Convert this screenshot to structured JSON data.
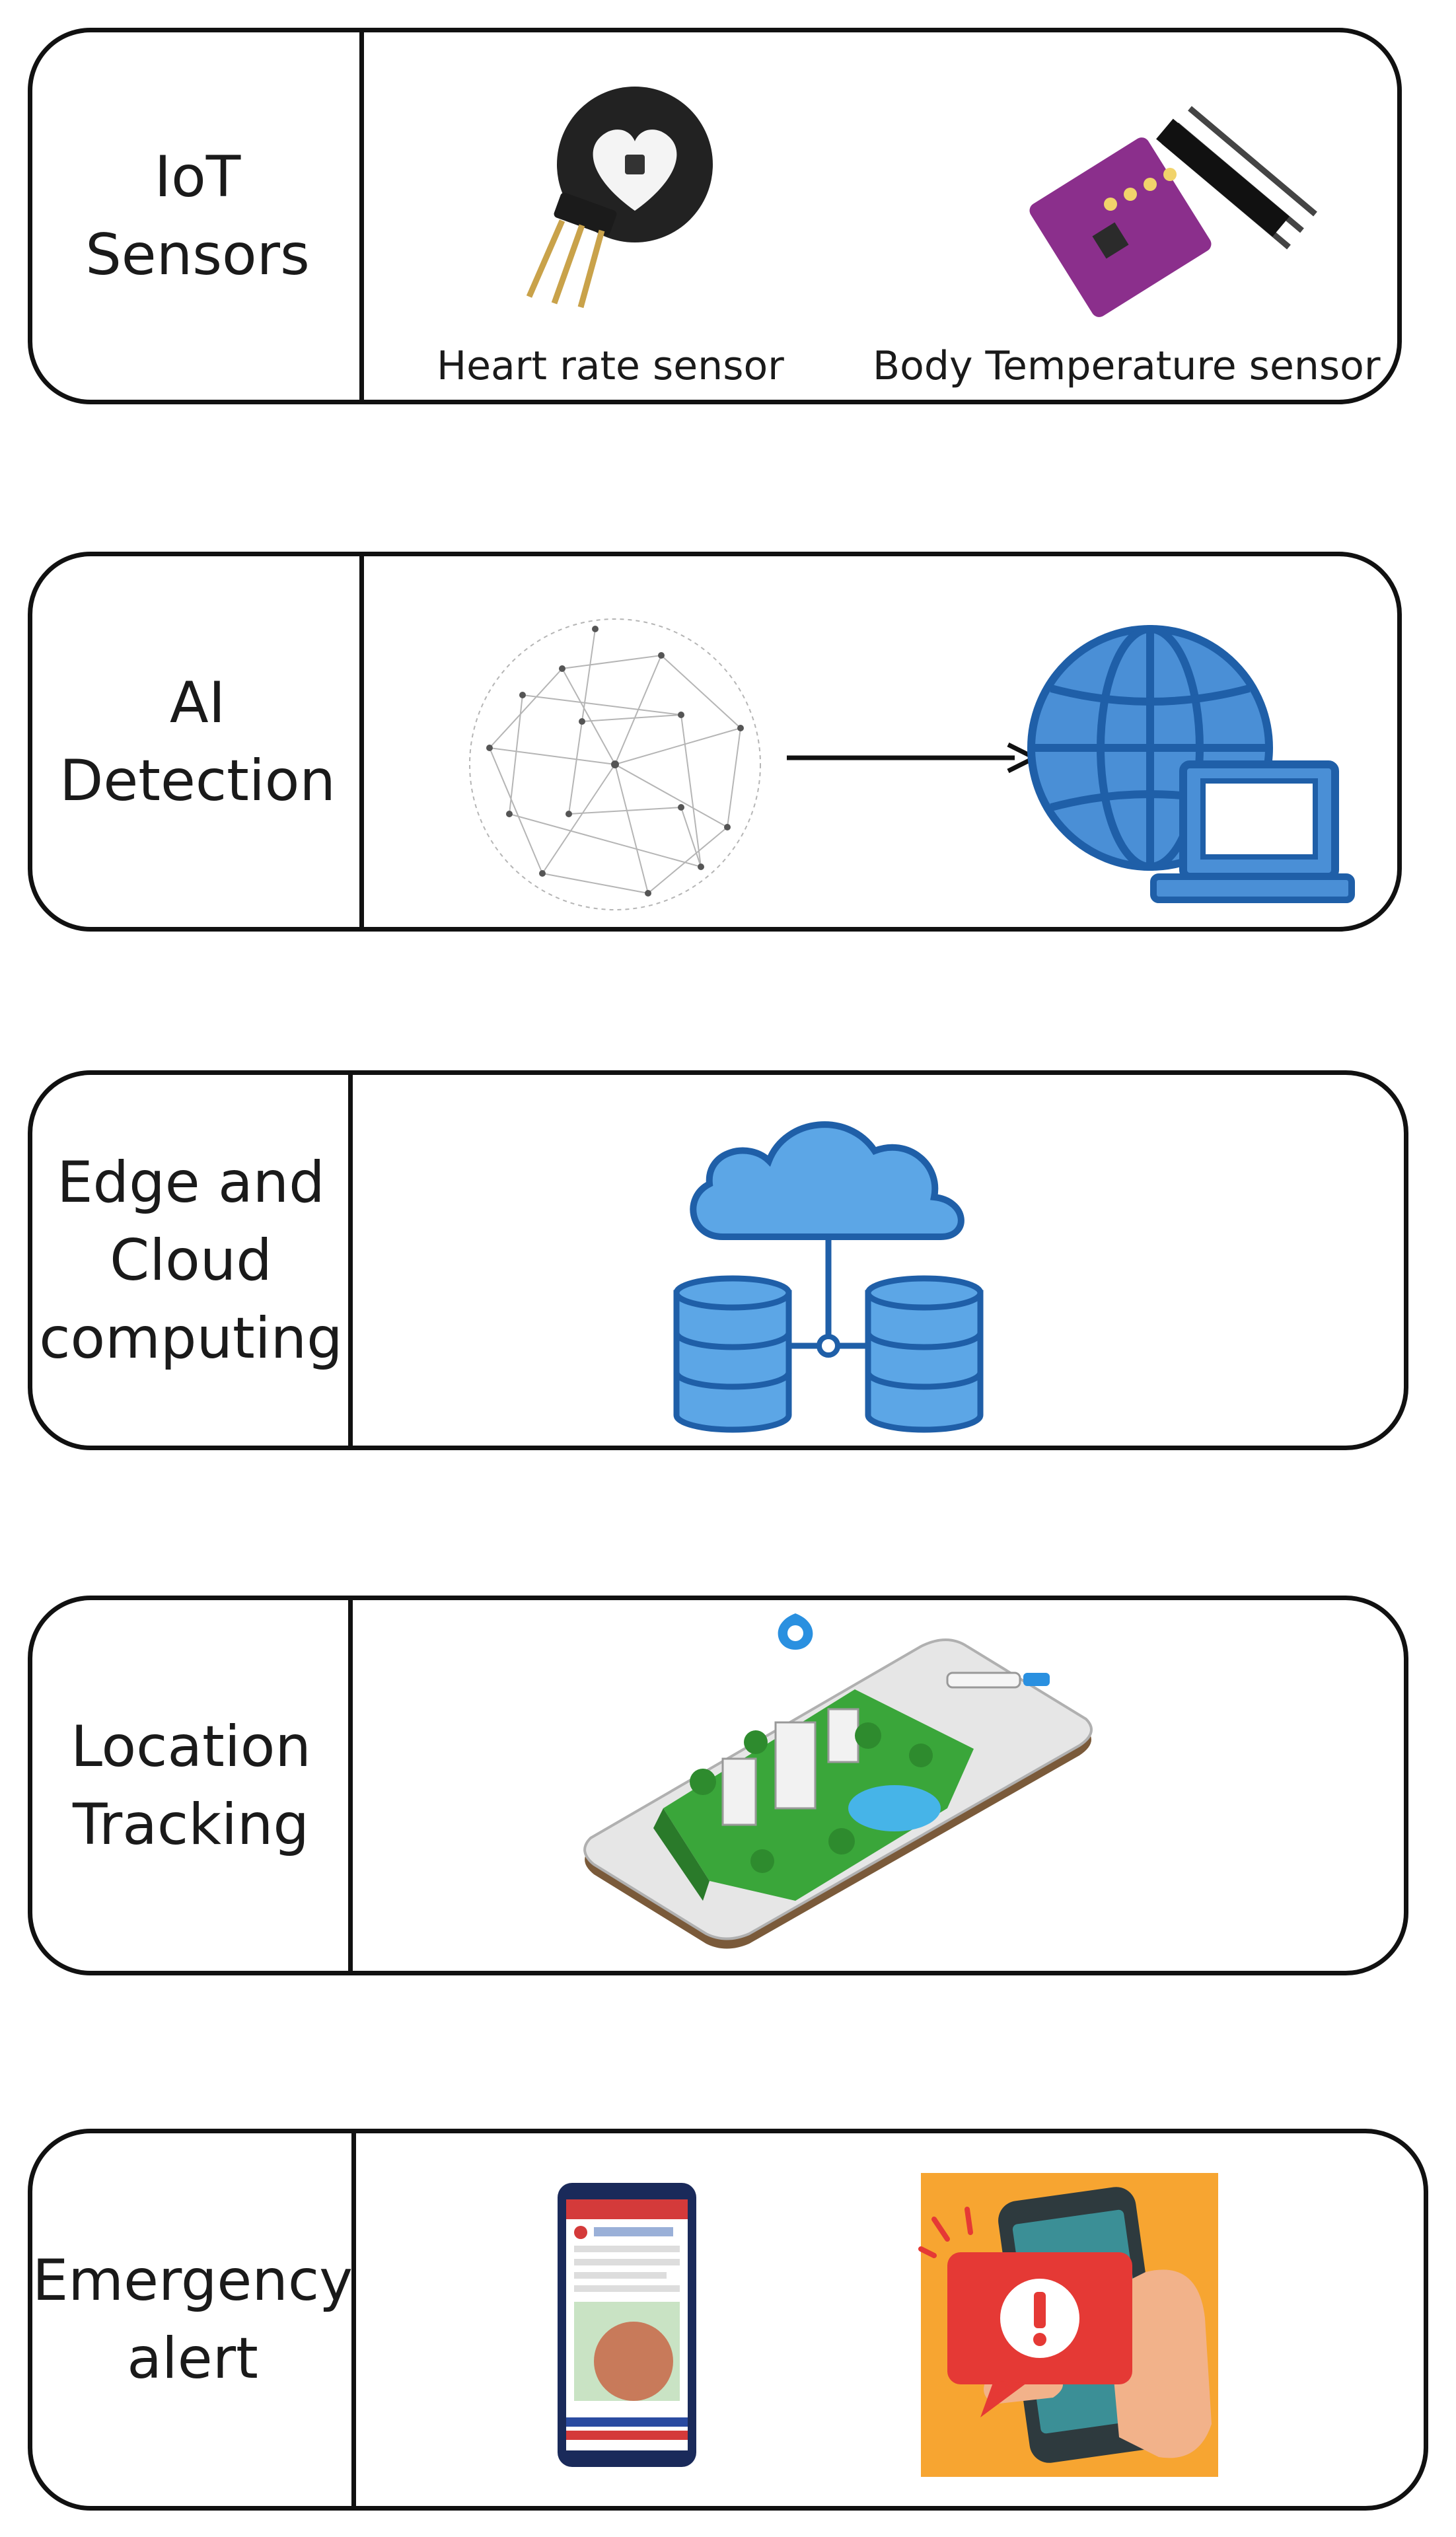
{
  "panels": [
    {
      "label": "IoT\nSensors",
      "items": [
        {
          "caption": "Heart rate sensor",
          "icon": "heart-rate-sensor-icon"
        },
        {
          "caption": "Body Temperature  sensor",
          "icon": "temperature-sensor-icon"
        }
      ]
    },
    {
      "label": "AI\nDetection",
      "items": [
        {
          "icon": "neural-network-icon"
        },
        {
          "icon": "arrow-right-icon"
        },
        {
          "icon": "globe-computer-icon"
        }
      ]
    },
    {
      "label": "Edge and\nCloud\ncomputing",
      "items": [
        {
          "icon": "cloud-database-icon"
        }
      ]
    },
    {
      "label": "Location\nTracking",
      "items": [
        {
          "icon": "phone-3d-map-icon"
        }
      ]
    },
    {
      "label": "Emergency\nalert",
      "items": [
        {
          "icon": "phone-alert-app-icon"
        },
        {
          "icon": "hand-phone-alert-icon"
        }
      ]
    }
  ],
  "colors": {
    "border": "#111111",
    "icon_blue": "#4a8fd6",
    "icon_dark_blue": "#1f5fa8",
    "alert_orange": "#f7a531",
    "alert_red": "#e53935"
  }
}
